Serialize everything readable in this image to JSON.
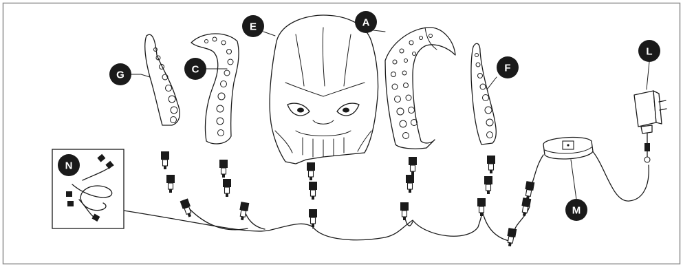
{
  "callouts": {
    "a": "A",
    "c": "C",
    "e": "E",
    "f": "F",
    "g": "G",
    "l": "L",
    "m": "M",
    "n": "N"
  },
  "colors": {
    "ink": "#1a1a1a",
    "callout_fill": "#1a1a1a",
    "callout_text": "#ffffff",
    "frame": "#8c8c8c"
  }
}
